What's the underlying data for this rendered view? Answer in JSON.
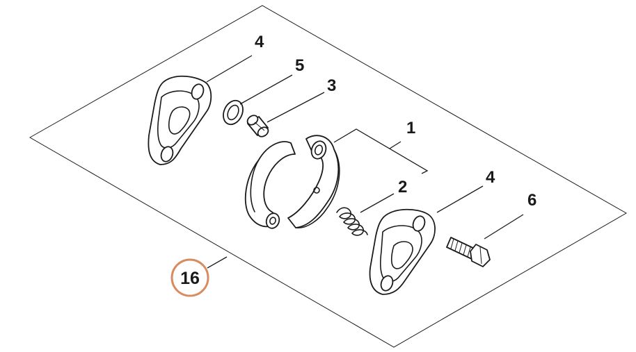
{
  "assembly": {
    "number": "16",
    "ring_color": "#d98b5f"
  },
  "callouts": {
    "plate_top": "4",
    "washer": "5",
    "sleeve": "3",
    "brake_shoes": "1",
    "spring": "2",
    "plate_bottom": "4",
    "bolt": "6"
  }
}
